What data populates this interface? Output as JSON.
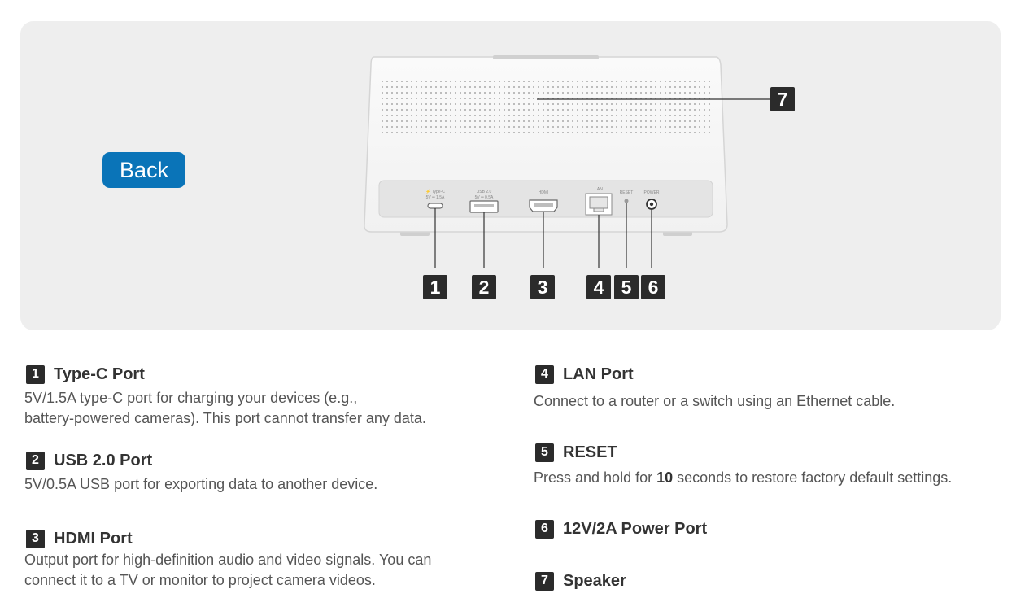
{
  "back_button": {
    "label": "Back"
  },
  "device": {
    "port_labels": {
      "type_c": "⚡ Type-C",
      "type_c_rating": "5V ═ 1.5A",
      "usb": "USB 2.0",
      "usb_rating": "5V ═ 0.5A",
      "hdmi": "HDMI",
      "lan": "LAN",
      "reset": "RESET",
      "power": "POWER"
    }
  },
  "callouts": [
    "1",
    "2",
    "3",
    "4",
    "5",
    "6",
    "7"
  ],
  "items": [
    {
      "num": "1",
      "title": "Type-C Port",
      "desc_line1": "5V/1.5A type-C port for charging your devices (e.g.,",
      "desc_line2": "battery-powered cameras). This port cannot transfer any data."
    },
    {
      "num": "2",
      "title": "USB 2.0 Port",
      "desc_line1": "5V/0.5A USB port for exporting data to another device."
    },
    {
      "num": "3",
      "title": "HDMI Port",
      "desc_line1": "Output port for high-definition audio and video signals. You can",
      "desc_line2": "connect it to a TV or monitor to project camera videos."
    },
    {
      "num": "4",
      "title": "LAN Port",
      "desc_line1": "Connect to a router or a switch using an Ethernet cable."
    },
    {
      "num": "5",
      "title": "RESET",
      "desc_pre": "Press and hold for ",
      "desc_bold": "10",
      "desc_post": " seconds to restore factory default settings."
    },
    {
      "num": "6",
      "title": "12V/2A Power Port"
    },
    {
      "num": "7",
      "title": "Speaker"
    }
  ]
}
